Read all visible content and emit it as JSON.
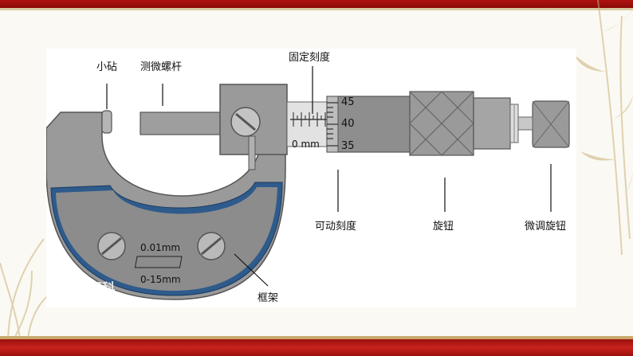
{
  "labels": {
    "anvil": "小砧",
    "spindle": "测微螺杆",
    "fixed_scale": "固定刻度",
    "movable_scale": "可动刻度",
    "knob": "旋钮",
    "fine_knob": "微调旋钮",
    "frame": "框架"
  },
  "scale": {
    "fixed_unit": "0 mm",
    "thimble_numbers": [
      "45",
      "40",
      "35"
    ]
  },
  "frame_plate": {
    "precision": "0.01mm",
    "range": "0-15mm"
  },
  "watermark": "Bai百科",
  "colors": {
    "frame_gray": "#9a9a9a",
    "frame_blue": "#2e5b8c",
    "theme_red": "#b0120f"
  }
}
